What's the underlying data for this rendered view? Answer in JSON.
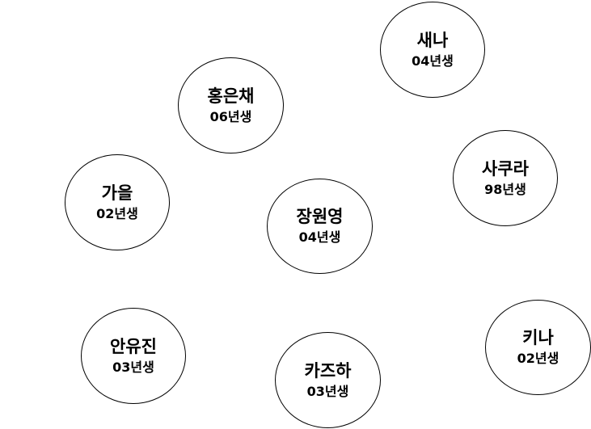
{
  "members": [
    {
      "name": "새나",
      "year": "04년생"
    },
    {
      "name": "홍은채",
      "year": "06년생"
    },
    {
      "name": "사쿠라",
      "year": "98년생"
    },
    {
      "name": "가을",
      "year": "02년생"
    },
    {
      "name": "장원영",
      "year": "04년생"
    },
    {
      "name": "안유진",
      "year": "03년생"
    },
    {
      "name": "카즈하",
      "year": "03년생"
    },
    {
      "name": "키나",
      "year": "02년생"
    }
  ]
}
